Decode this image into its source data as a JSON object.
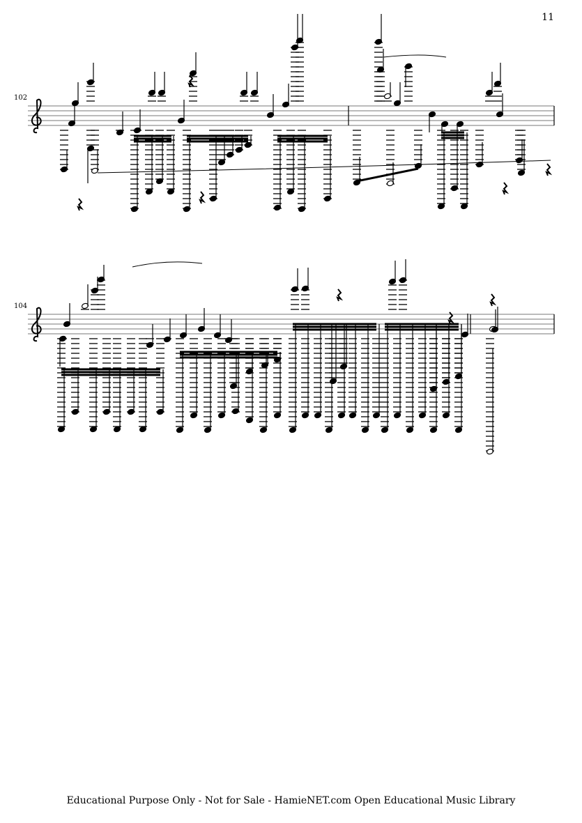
{
  "page": {
    "number": "11"
  },
  "systems": [
    {
      "measure_number": "102"
    },
    {
      "measure_number": "104"
    }
  ],
  "footer": {
    "text": "Educational Purpose Only - Not for Sale - HamieNET.com Open Educational Music Library"
  },
  "colors": {
    "ink": "#000000",
    "background": "#ffffff"
  }
}
